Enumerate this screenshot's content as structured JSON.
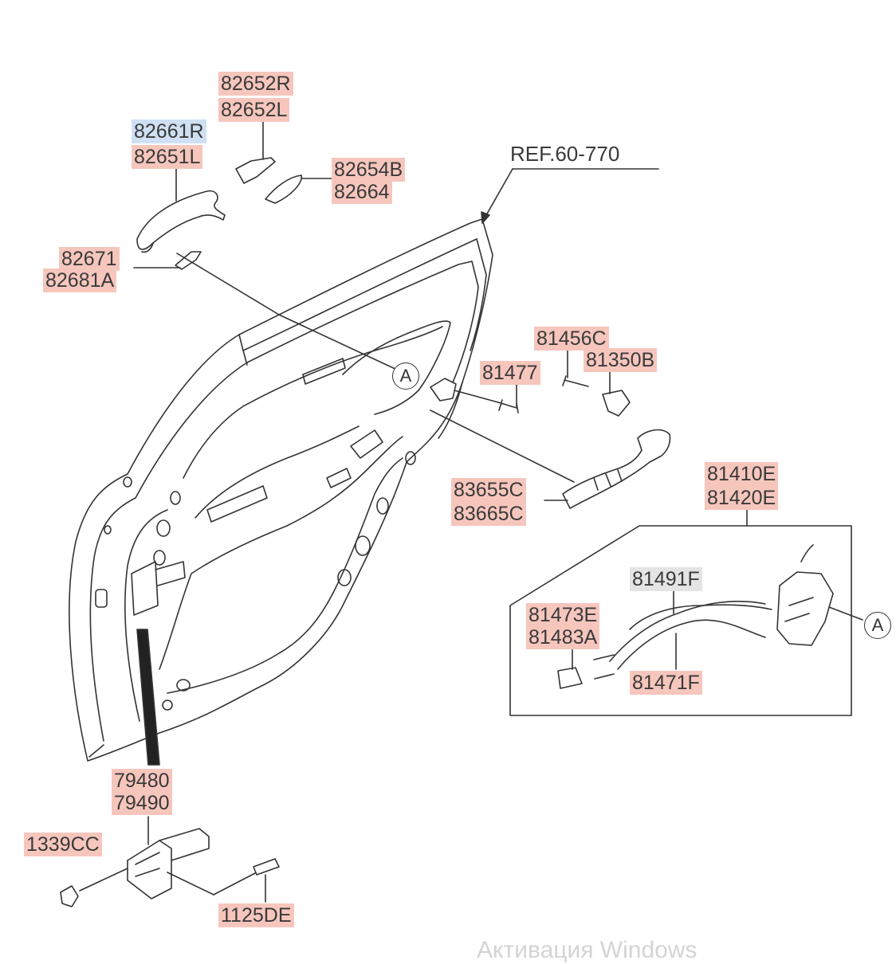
{
  "diagram": {
    "reference": "REF.60-770",
    "callout_letter": "A",
    "labels": {
      "p82652R": "82652R",
      "p82652L": "82652L",
      "p82661R": "82661R",
      "p82651L": "82651L",
      "p82654B": "82654B",
      "p82664": "82664",
      "p82671": "82671",
      "p82681A": "82681A",
      "p81456C": "81456C",
      "p81350B": "81350B",
      "p81477": "81477",
      "p83655C": "83655C",
      "p83665C": "83665C",
      "p81410E": "81410E",
      "p81420E": "81420E",
      "p81491F": "81491F",
      "p81473E": "81473E",
      "p81483A": "81483A",
      "p81471F": "81471F",
      "p79480": "79480",
      "p79490": "79490",
      "p1339CC": "1339CC",
      "p1125DE": "1125DE"
    }
  },
  "watermark": "Активация Windows",
  "colors": {
    "label_red": "#f6c6bd",
    "label_blue": "#cfe0f3",
    "label_gray": "#e4e4e4",
    "line": "#333333"
  }
}
